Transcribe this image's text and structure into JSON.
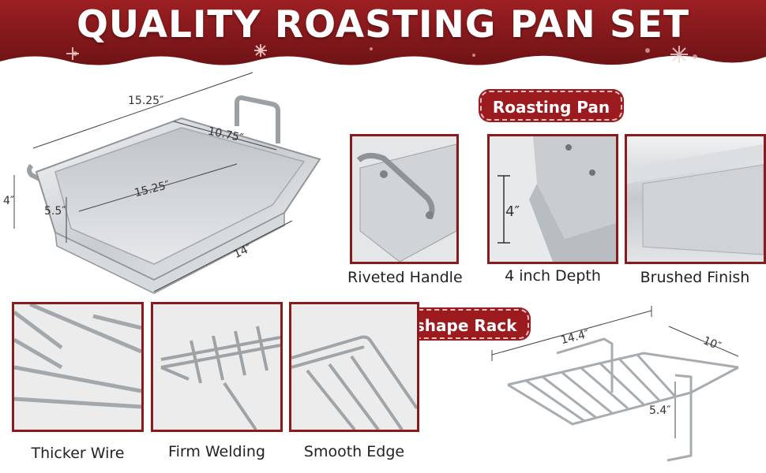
{
  "banner": {
    "title": "QUALITY ROASTING PAN SET",
    "color": "#8b1a1d"
  },
  "pan_section": {
    "label": "Roasting Pan",
    "dimensions": {
      "top_length": "15.25″",
      "top_width": "10.75″",
      "inner_length": "15.25″",
      "depth_outer": "4″",
      "handle_height": "5.5″",
      "bottom_length": "14″"
    },
    "features": [
      {
        "caption": "Riveted Handle"
      },
      {
        "caption": "4 inch Depth",
        "depth_label": "4″"
      },
      {
        "caption": "Brushed Finish"
      }
    ]
  },
  "rack_section": {
    "label": "V-shape Rack",
    "features": [
      {
        "caption": "Thicker Wire"
      },
      {
        "caption": "Firm Welding"
      },
      {
        "caption": "Smooth Edge"
      }
    ],
    "dimensions": {
      "length": "14.4″",
      "width": "10″",
      "height": "5.4″"
    }
  },
  "colors": {
    "accent": "#9b1b1f",
    "panel_border": "#8b1a1d",
    "steel": "#cfd3d6"
  }
}
